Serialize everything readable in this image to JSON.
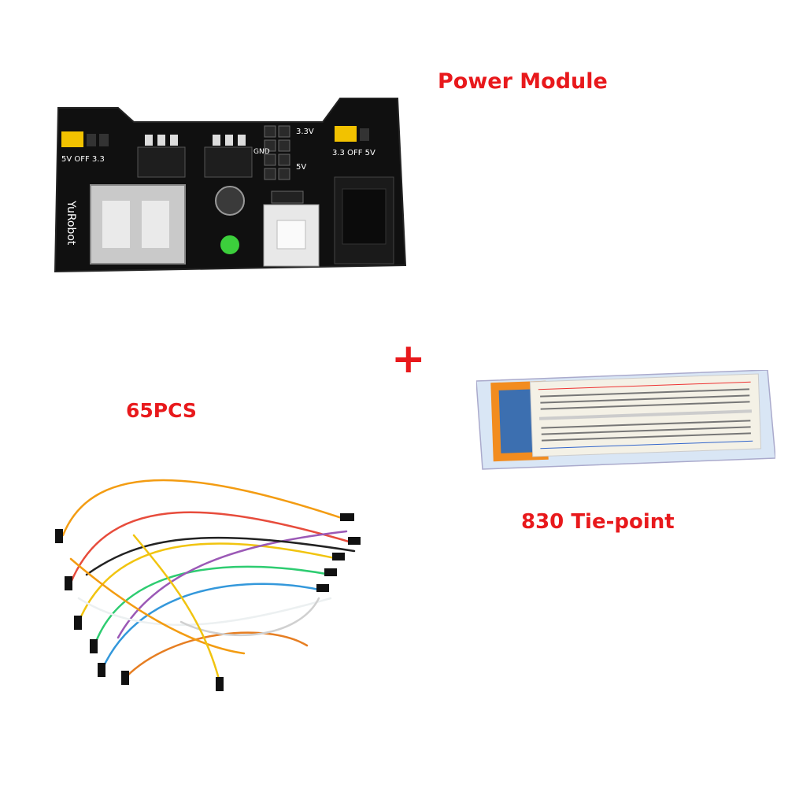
{
  "labels": {
    "power_module": "Power Module",
    "plus": "+",
    "wire_count": "65PCS",
    "breadboard": "830 Tie-point"
  },
  "board_text": {
    "brand": "YuRobot",
    "v33": "3.3V",
    "v5": "5V",
    "gnd": "GND",
    "off_left": "5V OFF 3.3",
    "off_right": "3.3 OFF 5V"
  },
  "colors": {
    "label_red": "#e8191c",
    "pcb_black": "#101010",
    "jumper_yellow": "#f2c200",
    "led_green": "#3ccf3c",
    "breadboard_body": "#f4f1e6",
    "package_blue": "#d9e6f5"
  },
  "icons": [
    "power-module-board",
    "jumper-wires-bundle",
    "breadboard-package"
  ]
}
